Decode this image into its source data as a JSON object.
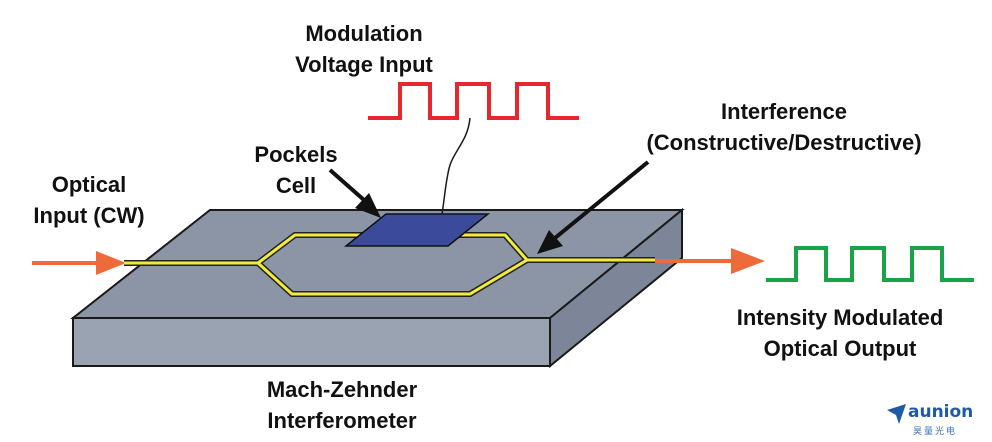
{
  "labels": {
    "modulation_line1": "Modulation",
    "modulation_line2": "Voltage Input",
    "interference_line1": "Interference",
    "interference_line2": "(Constructive/Destructive)",
    "pockels_line1": "Pockels",
    "pockels_line2": "Cell",
    "optical_input_line1": "Optical",
    "optical_input_line2": "Input (CW)",
    "output_line1": "Intensity Modulated",
    "output_line2": "Optical Output",
    "device_line1": "Mach-Zehnder",
    "device_line2": "Interferometer"
  },
  "brand": {
    "name": "aunion",
    "subtitle": "昊量光电"
  },
  "colors": {
    "modulation_wave": "#e8262d",
    "output_wave": "#18a347",
    "input_arrow": "#ee6a3a",
    "waveguide": "#f1ec3c",
    "chip_top": "#8b95a6",
    "chip_side": "#9aa3b2",
    "pockels_cell": "#3b4a9a",
    "brand": "#1e5aa8"
  }
}
